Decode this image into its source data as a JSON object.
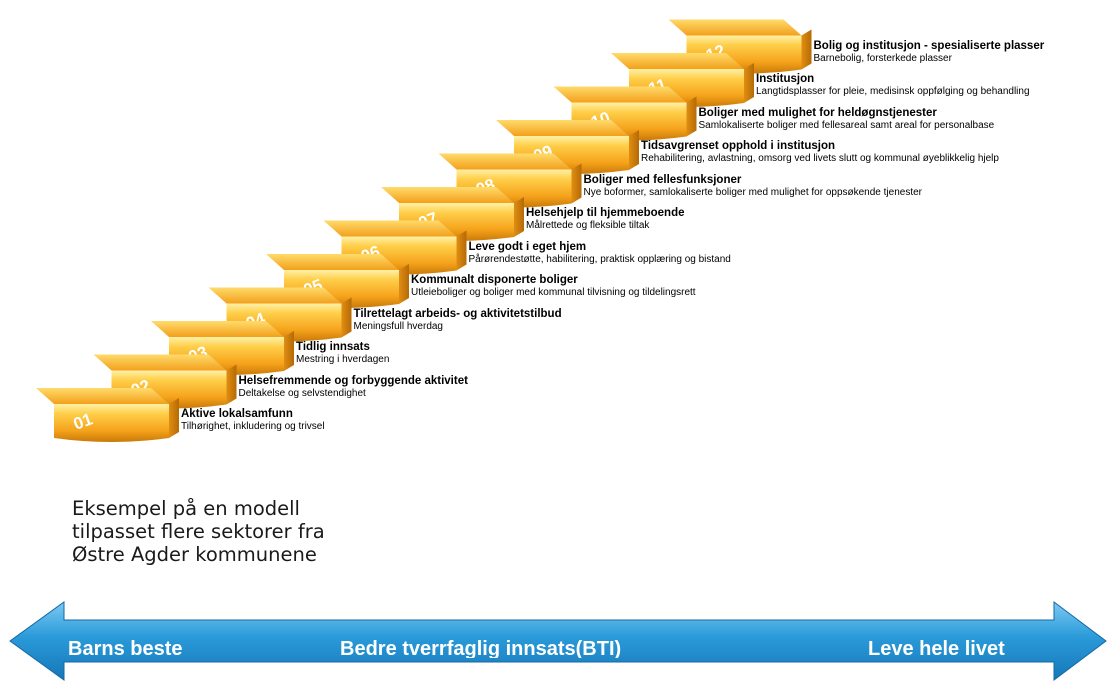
{
  "steps": [
    {
      "number": "01",
      "title": "Aktive lokalsamfunn",
      "subtitle": "Tilhørighet, inkludering og trivsel"
    },
    {
      "number": "02",
      "title": "Helsefremmende og forbyggende aktivitet",
      "subtitle": "Deltakelse og selvstendighet"
    },
    {
      "number": "03",
      "title": "Tidlig innsats",
      "subtitle": "Mestring i hverdagen"
    },
    {
      "number": "04",
      "title": "Tilrettelagt arbeids- og aktivitetstilbud",
      "subtitle": "Meningsfull hverdag"
    },
    {
      "number": "05",
      "title": "Kommunalt disponerte boliger",
      "subtitle": "Utleieboliger og boliger med kommunal tilvisning og tildelingsrett"
    },
    {
      "number": "06",
      "title": "Leve godt i eget hjem",
      "subtitle": "Pårørendestøtte, habilitering, praktisk opplæring og bistand"
    },
    {
      "number": "07",
      "title": "Helsehjelp til hjemmeboende",
      "subtitle": "Målrettede og fleksible tiltak"
    },
    {
      "number": "08",
      "title": "Boliger med fellesfunksjoner",
      "subtitle": "Nye boformer, samlokaliserte boliger med mulighet for oppsøkende tjenester"
    },
    {
      "number": "09",
      "title": "Tidsavgrenset opphold i institusjon",
      "subtitle": "Rehabilitering, avlastning, omsorg ved livets slutt og kommunal øyeblikkelig hjelp"
    },
    {
      "number": "10",
      "title": "Boliger med mulighet for heldøgnstjenester",
      "subtitle": "Samlokaliserte boliger med fellesareal samt areal for personalbase"
    },
    {
      "number": "11",
      "title": "Institusjon",
      "subtitle": "Langtidsplasser for pleie, medisinsk oppfølging og behandling"
    },
    {
      "number": "12",
      "title": "Bolig og institusjon - spesialiserte plasser",
      "subtitle": "Barnebolig, forsterkede plasser"
    }
  ],
  "caption": [
    "Eksempel på en modell",
    "tilpasset flere sektorer fra",
    "Østre Agder kommunene"
  ],
  "arrow": {
    "left_label": "Barns beste",
    "center_label": "Bedre tverrfaglig innsats(BTI)",
    "right_label": "Leve hele livet"
  },
  "colors": {
    "step_top": "#ffd35a",
    "step_mid": "#f6a41c",
    "step_dark": "#c97a08",
    "arrow_fill": "#1e8fd0",
    "arrow_light": "#6ec1ee"
  }
}
